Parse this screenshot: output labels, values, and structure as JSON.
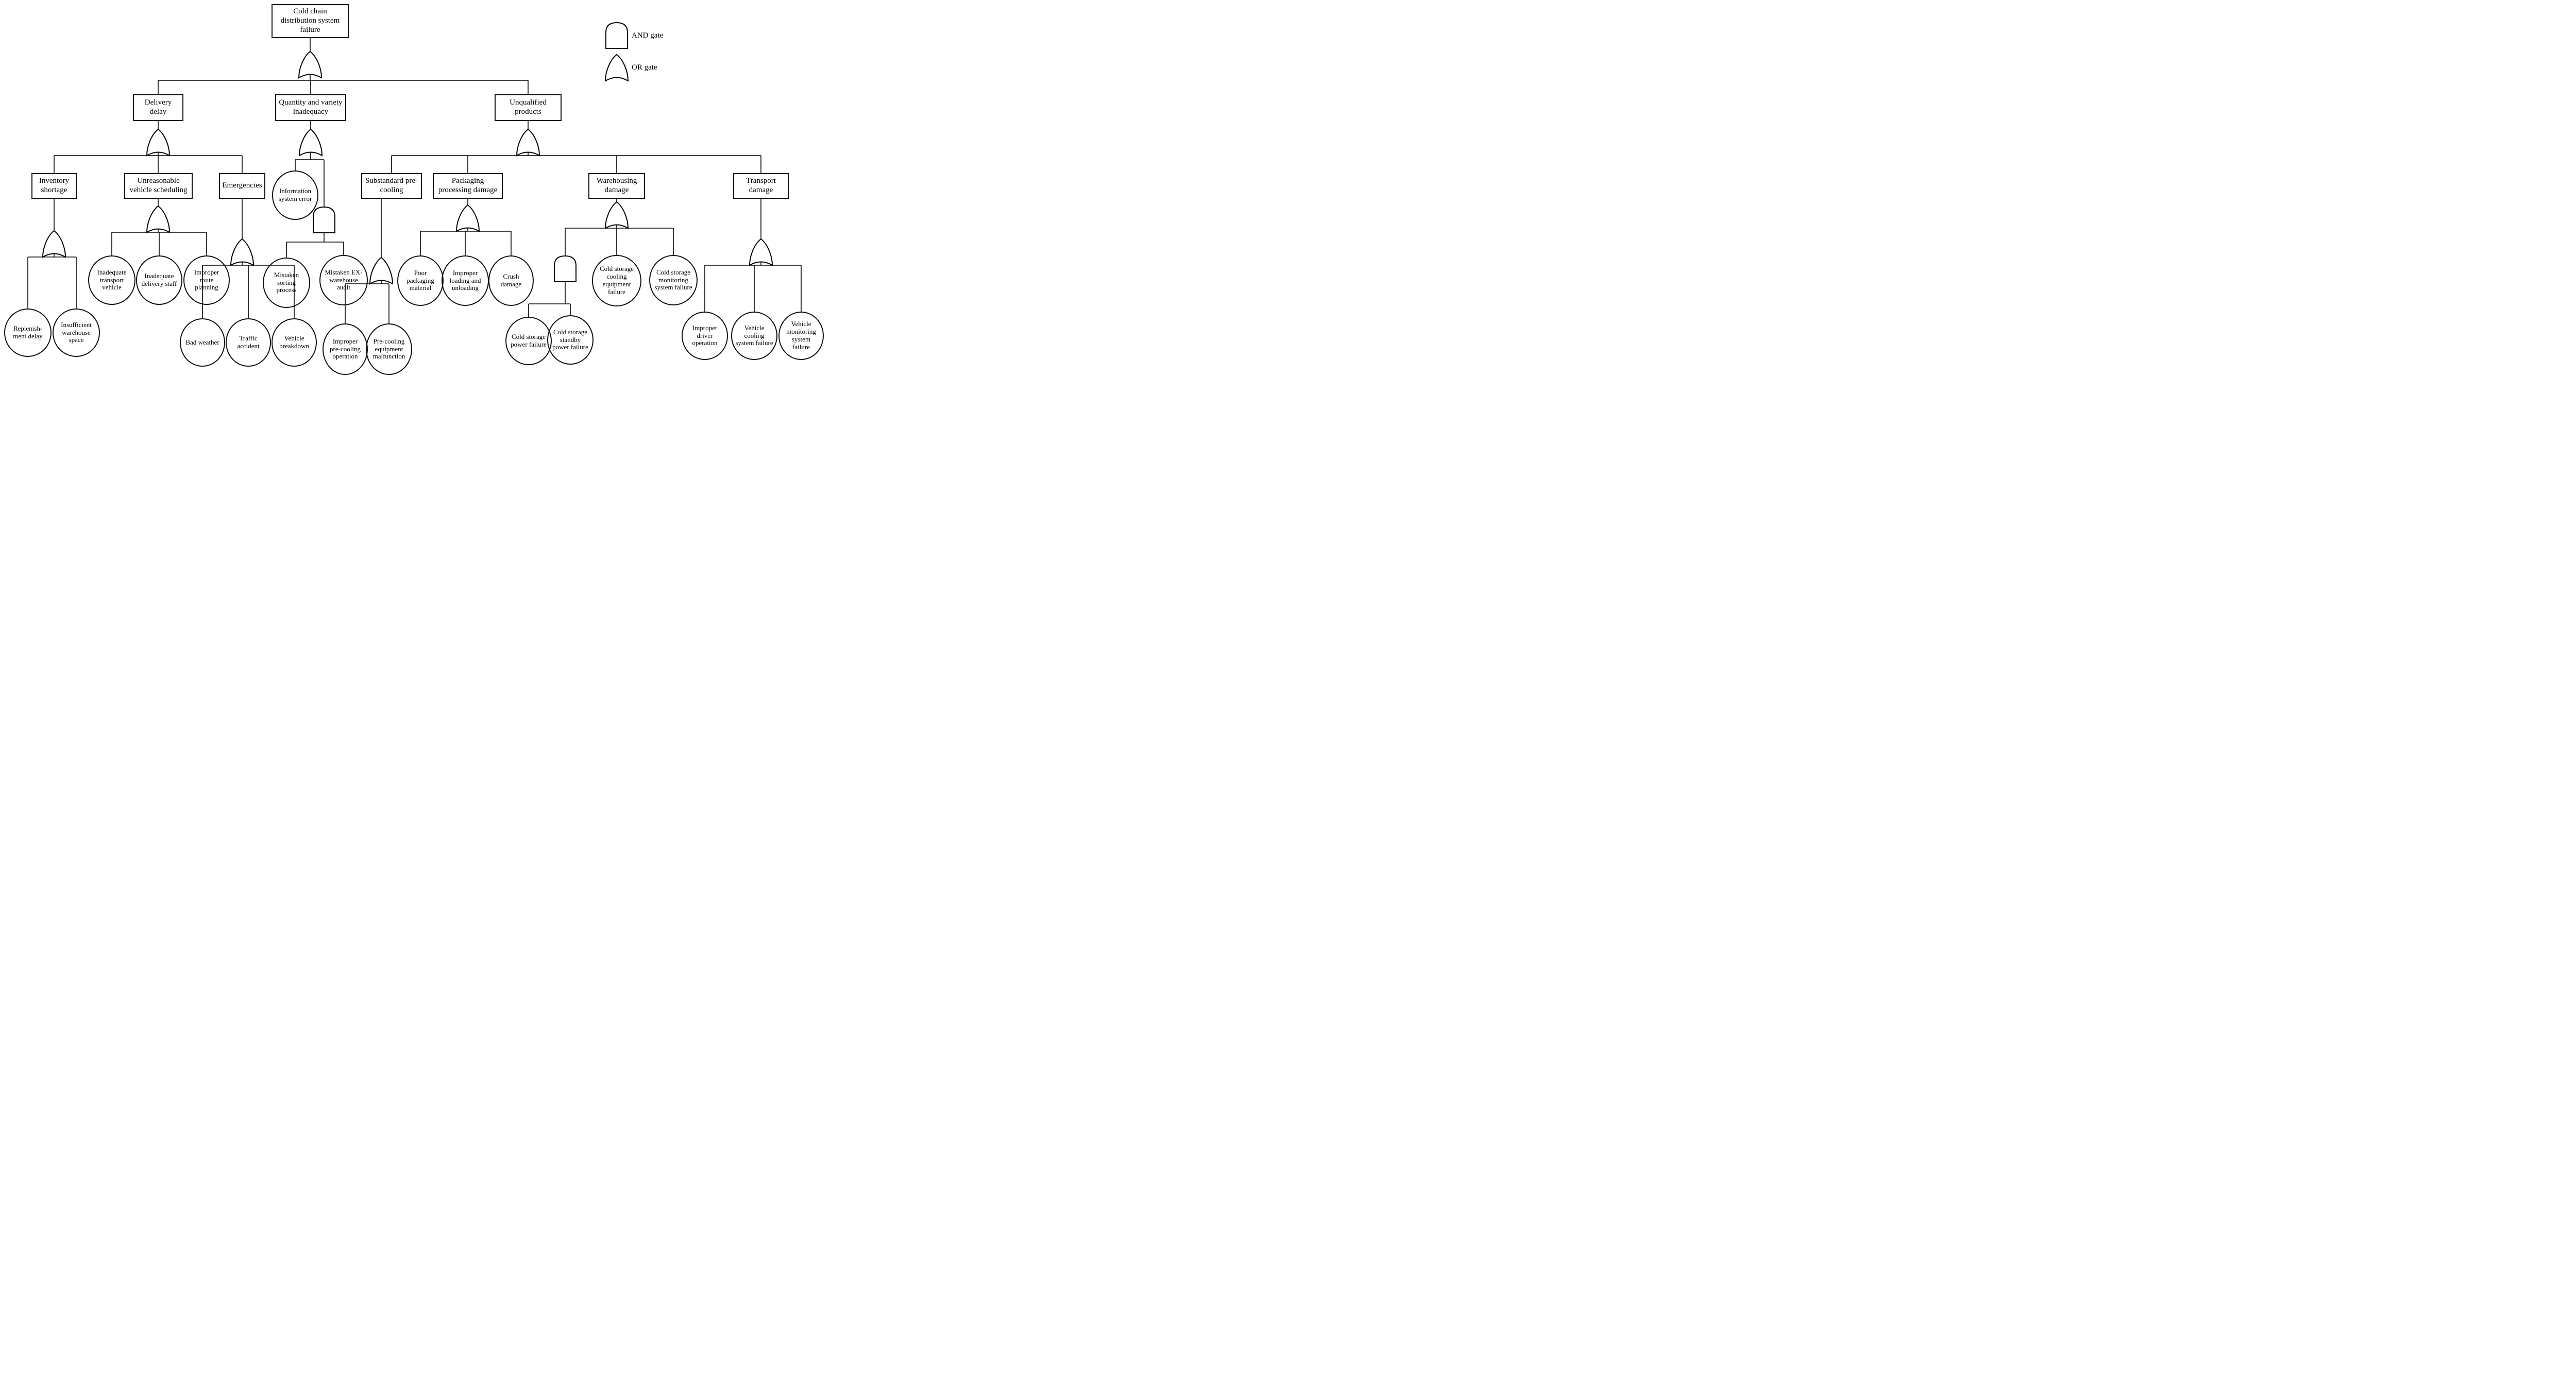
{
  "legend": {
    "and_label": "AND gate",
    "or_label": "OR gate"
  },
  "nodes": {
    "top": {
      "label": "Cold chain distribution system failure",
      "type": "top-event"
    },
    "delivery_delay": {
      "label": "Delivery delay",
      "type": "intermediate-event"
    },
    "quantity_variety": {
      "label": "Quantity and variety inadequacy",
      "type": "intermediate-event"
    },
    "unqualified_products": {
      "label": "Unqualified products",
      "type": "intermediate-event"
    },
    "inventory_shortage": {
      "label": "Inventory shortage",
      "type": "intermediate-event"
    },
    "unreasonable_scheduling": {
      "label": "Unreasonable vehicle scheduling",
      "type": "intermediate-event"
    },
    "emergencies": {
      "label": "Emergencies",
      "type": "intermediate-event"
    },
    "substandard_precooling": {
      "label": "Substandard pre-cooling",
      "type": "intermediate-event"
    },
    "packaging_damage": {
      "label": "Packaging processing damage",
      "type": "intermediate-event"
    },
    "warehousing_damage": {
      "label": "Warehousing damage",
      "type": "intermediate-event"
    },
    "transport_damage": {
      "label": "Transport damage",
      "type": "intermediate-event"
    },
    "replenishment_delay": {
      "label": "Replenish-ment delay",
      "type": "basic-event"
    },
    "insufficient_space": {
      "label": "Insufficient warehouse space",
      "type": "basic-event"
    },
    "inadequate_vehicle": {
      "label": "Inadequate transport vehicle",
      "type": "basic-event"
    },
    "inadequate_staff": {
      "label": "Inadequate delivery staff",
      "type": "basic-event"
    },
    "improper_route": {
      "label": "Improper route planning",
      "type": "basic-event"
    },
    "bad_weather": {
      "label": "Bad weather",
      "type": "basic-event"
    },
    "traffic_accident": {
      "label": "Traffic accident",
      "type": "basic-event"
    },
    "vehicle_breakdown": {
      "label": "Vehicle breakdown",
      "type": "basic-event"
    },
    "info_system_error": {
      "label": "Information system error",
      "type": "basic-event"
    },
    "mistaken_sorting": {
      "label": "Mistaken sorting process",
      "type": "basic-event"
    },
    "mistaken_ex_audit": {
      "label": "Mistaken EX-warehouse audit",
      "type": "basic-event"
    },
    "improper_precooling": {
      "label": "Improper pre-cooling operation",
      "type": "basic-event"
    },
    "precooling_malfunction": {
      "label": "Pre-cooling equipment malfunction",
      "type": "basic-event"
    },
    "poor_packaging": {
      "label": "Poor packaging material",
      "type": "basic-event"
    },
    "improper_loading": {
      "label": "Improper loading and unloading",
      "type": "basic-event"
    },
    "crush_damage": {
      "label": "Crush damage",
      "type": "basic-event"
    },
    "cold_power_failure": {
      "label": "Cold storage power failure",
      "type": "basic-event"
    },
    "cold_standby_failure": {
      "label": "Cold storage standby power failure",
      "type": "basic-event"
    },
    "cooling_equipment_failure": {
      "label": "Cold storage cooling equipment failure",
      "type": "basic-event"
    },
    "monitoring_system_failure": {
      "label": "Cold storage monitoring system failure",
      "type": "basic-event"
    },
    "improper_driver": {
      "label": "Improper driver operation",
      "type": "basic-event"
    },
    "vehicle_cooling_failure": {
      "label": "Vehicle cooling system failure",
      "type": "basic-event"
    },
    "vehicle_monitoring_failure": {
      "label": "Vehicle monitoring system failure",
      "type": "basic-event"
    }
  },
  "colors": {
    "line": "#000000",
    "background": "#ffffff"
  }
}
